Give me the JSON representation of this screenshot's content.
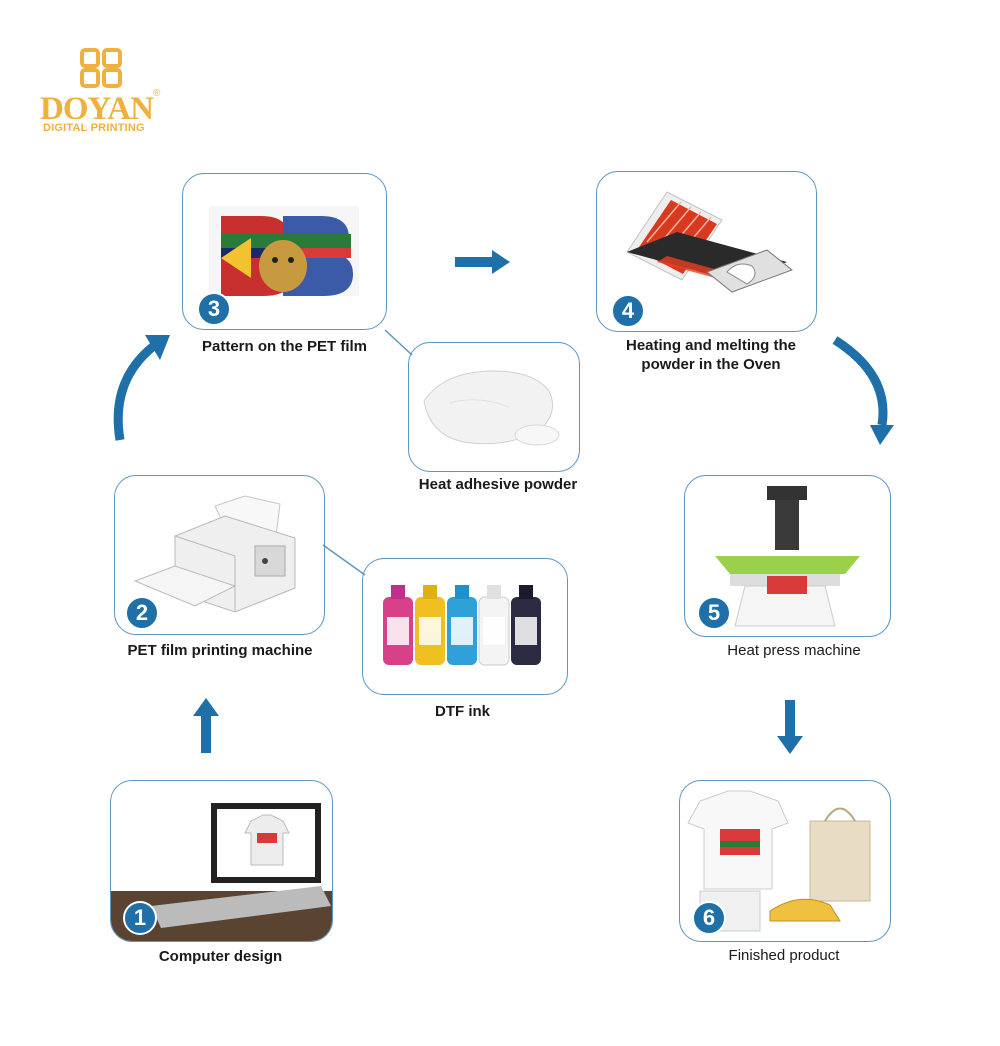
{
  "brand": {
    "name": "DOYAN",
    "tagline": "DIGITAL PRINTING",
    "reg": "®"
  },
  "steps": [
    {
      "number": "1",
      "label": "Computer design"
    },
    {
      "number": "2",
      "label": "PET film printing machine"
    },
    {
      "number": "3",
      "label": "Pattern on the PET film"
    },
    {
      "number": "4",
      "label": "Heating and melting the powder in the Oven"
    },
    {
      "number": "5",
      "label": "Heat press machine"
    },
    {
      "number": "6",
      "label": "Finished product"
    }
  ],
  "materials": {
    "powder": "Heat adhesive powder",
    "ink": "DTF ink"
  },
  "colors": {
    "accent": "#1f6fa8",
    "border": "#5a96c0",
    "logo": "#f0b040"
  }
}
